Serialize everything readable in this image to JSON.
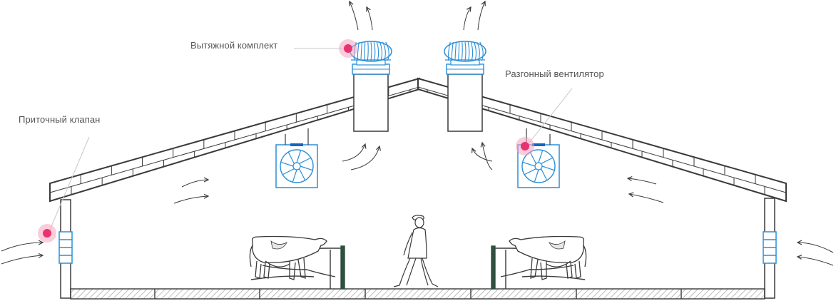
{
  "labels": {
    "exhaust_kit": "Вытяжной комплект",
    "booster_fan": "Разгонный вентилятор",
    "inlet_valve": "Приточный клапан"
  },
  "colors": {
    "line": "#3a3a3a",
    "blue": "#2a8fd9",
    "blue_dark": "#1565c0",
    "marker": "#e8336e",
    "marker_halo": "#f6a3bf",
    "leader": "#c8c8c8"
  },
  "icons": [
    "turbine-ventilator-icon",
    "booster-fan-icon",
    "inlet-valve-icon",
    "airflow-arrow-icon",
    "cow-icon",
    "farmer-icon"
  ]
}
